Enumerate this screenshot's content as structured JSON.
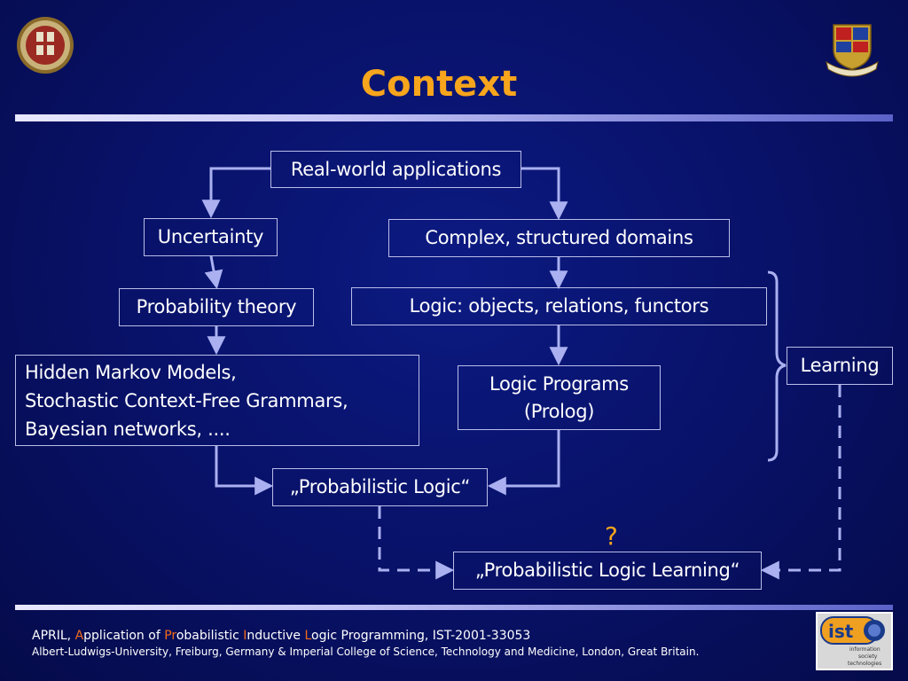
{
  "slide": {
    "title": "Context",
    "question_mark": "?"
  },
  "diagram": {
    "nodes": {
      "real_world": "Real-world applications",
      "uncertainty": "Uncertainty",
      "complex_domains": "Complex, structured domains",
      "probability_theory": "Probability theory",
      "logic_objects": "Logic: objects, relations, functors",
      "hmm_line1": "Hidden Markov Models,",
      "hmm_line2": "Stochastic Context-Free Grammars,",
      "hmm_line3": "Bayesian networks, ....",
      "logic_programs_line1": "Logic Programs",
      "logic_programs_line2": "(Prolog)",
      "learning": "Learning",
      "prob_logic": "„Probabilistic Logic“",
      "prob_logic_learning": "„Probabilistic Logic Learning“"
    }
  },
  "footer": {
    "line1_prefix": "APRIL, ",
    "a_hl": "A",
    "a_rest": "pplication of ",
    "pr_hl": "Pr",
    "pr_rest": "obabilistic ",
    "i_hl": "I",
    "i_rest": "nductive ",
    "l_hl": "L",
    "l_rest": "ogic Programming, IST-2001-33053",
    "line2": "Albert-Ludwigs-University, Freiburg, Germany & Imperial College of Science, Technology and Medicine, London, Great Britain."
  },
  "logos": {
    "ist_text": "ist",
    "ist_caption": "information society technologies"
  },
  "colors": {
    "background": "#081166",
    "title": "#f7a51c",
    "arrow": "#aab0f0",
    "highlight": "#f26a1b"
  }
}
